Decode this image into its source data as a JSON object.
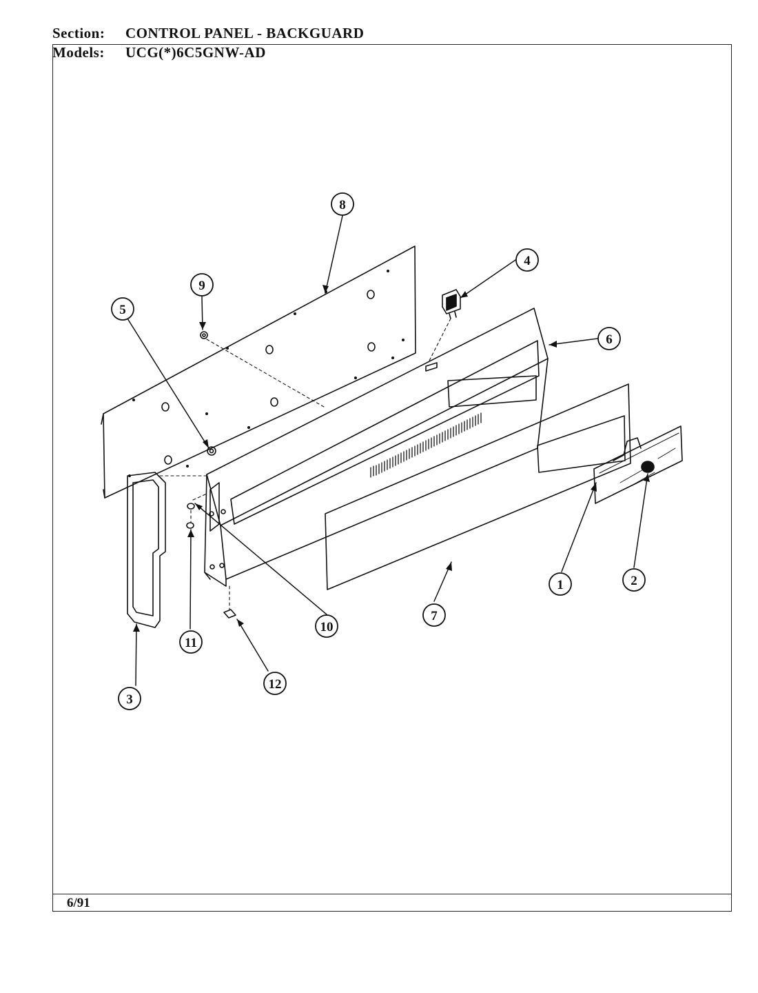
{
  "header": {
    "section_label": "Section:",
    "section_value": "CONTROL PANEL - BACKGUARD",
    "models_label": "Models:",
    "models_value": "UCG(*)6C5GNW-AD"
  },
  "footer": {
    "date": "6/91"
  },
  "callouts": [
    "1",
    "2",
    "3",
    "4",
    "5",
    "6",
    "7",
    "8",
    "9",
    "10",
    "11",
    "12"
  ]
}
